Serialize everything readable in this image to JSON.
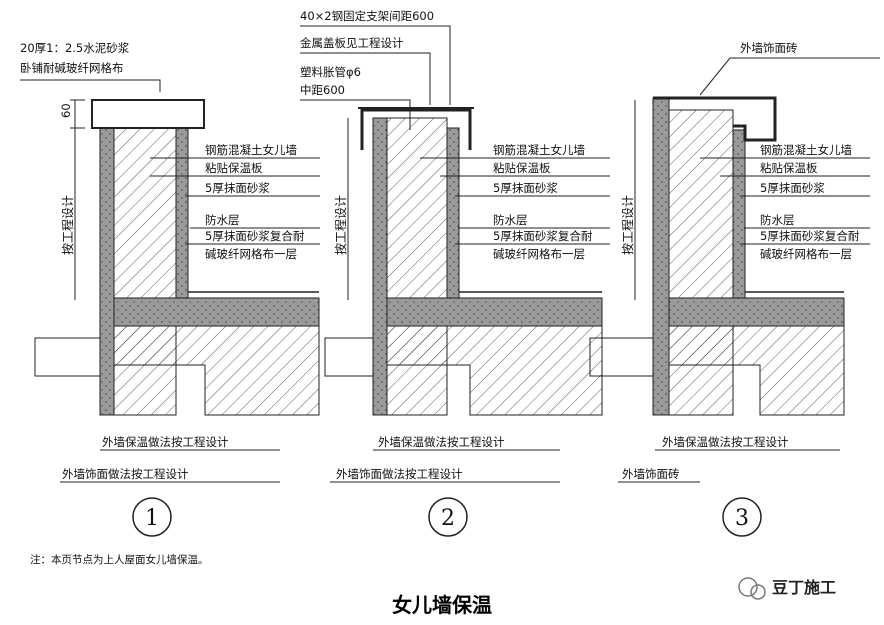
{
  "title": "女儿墙保温",
  "note": "注：本页节点为上人屋面女儿墙保温。",
  "watermark": "豆丁施工",
  "dimension_60": "60",
  "colors": {
    "line": "#1a1a1a",
    "insulation": "#8a8a8a",
    "concrete": "#ffffff"
  },
  "detail1": {
    "number": "1",
    "top_label_1": "20厚1：2.5水泥砂浆",
    "top_label_2": "卧铺耐碱玻纤网格布",
    "vertical": "按工程设计",
    "labels": [
      "钢筋混凝土女儿墙",
      "粘贴保温板",
      "5厚抹面砂浆",
      "防水层",
      "5厚抹面砂浆复合耐",
      "碱玻纤网格布一层"
    ],
    "bottom_1": "外墙保温做法按工程设计",
    "bottom_2": "外墙饰面做法按工程设计"
  },
  "detail2": {
    "number": "2",
    "top_label_1": "40×2钢固定支架间距600",
    "top_label_2": "金属盖板见工程设计",
    "top_label_3": "塑料胀管φ6",
    "top_label_4": "中距600",
    "vertical": "按工程设计",
    "labels": [
      "钢筋混凝土女儿墙",
      "粘贴保温板",
      "5厚抹面砂浆",
      "防水层",
      "5厚抹面砂浆复合耐",
      "碱玻纤网格布一层"
    ],
    "bottom_1": "外墙保温做法按工程设计",
    "bottom_2": "外墙饰面做法按工程设计"
  },
  "detail3": {
    "number": "3",
    "top_label_1": "外墙饰面砖",
    "vertical": "按工程设计",
    "labels": [
      "钢筋混凝土女儿墙",
      "粘贴保温板",
      "5厚抹面砂浆",
      "防水层",
      "5厚抹面砂浆复合耐",
      "碱玻纤网格布一层"
    ],
    "bottom_1": "外墙保温做法按工程设计",
    "bottom_2": "外墙饰面砖"
  }
}
